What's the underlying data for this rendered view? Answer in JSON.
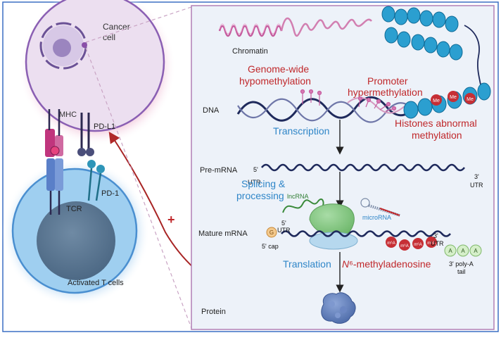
{
  "left_panel": {
    "cancer_cell_label_line1": "Cancer",
    "cancer_cell_label_line2": "cell",
    "mhc_label": "MHC",
    "pdl1_label": "PD-L1",
    "pd1_label": "PD-1",
    "tcr_label": "TCR",
    "t_cell_label": "Activated T cells",
    "plus_sign": "+"
  },
  "right_panel": {
    "chromatin_label": "Chromatin",
    "genome_wide_line1": "Genome-wide",
    "genome_wide_line2": "hypomethylation",
    "promoter_line1": "Promoter",
    "promoter_line2": "hypermethylation",
    "histones_line1": "Histones abnormal",
    "histones_line2": "methylation",
    "me_mark": "Me",
    "dna_label": "DNA",
    "transcription_label": "Transcription",
    "pre_mrna_label": "Pre-mRNA",
    "five_prime_a": "5'",
    "utr_a": "UTR",
    "three_prime_a": "3'",
    "utr_b": "UTR",
    "splicing_line1": "Splicing &",
    "splicing_line2": "processing",
    "lncrna_label": "lncRNA",
    "microrna_label": "microRNA",
    "mature_mrna_label": "Mature mRNA",
    "five_prime_b": "5'",
    "utr_c": "UTR",
    "cap_glyph": "G",
    "five_cap_label": "5' cap",
    "three_prime_b": "3'",
    "utr_d": "UTR",
    "m6a_mark": "m⁶A",
    "poly_a_glyph": "A",
    "poly_a_line1": "3' poly-A",
    "poly_a_line2": "tail",
    "translation_label": "Translation",
    "n6_italic": "N",
    "n6_rest": "⁶-methyladenosine",
    "protein_label": "Protein"
  },
  "colors": {
    "frame_blue": "#3b6fc4",
    "cancer_purple": "#8a5fb3",
    "tcell_blue": "#4a8fd0",
    "red_text": "#c0282b",
    "blue_text": "#2f86c8",
    "dna_navy": "#1f2a5c",
    "nucleosome": "#2b9fd0",
    "pink": "#d163a6"
  }
}
